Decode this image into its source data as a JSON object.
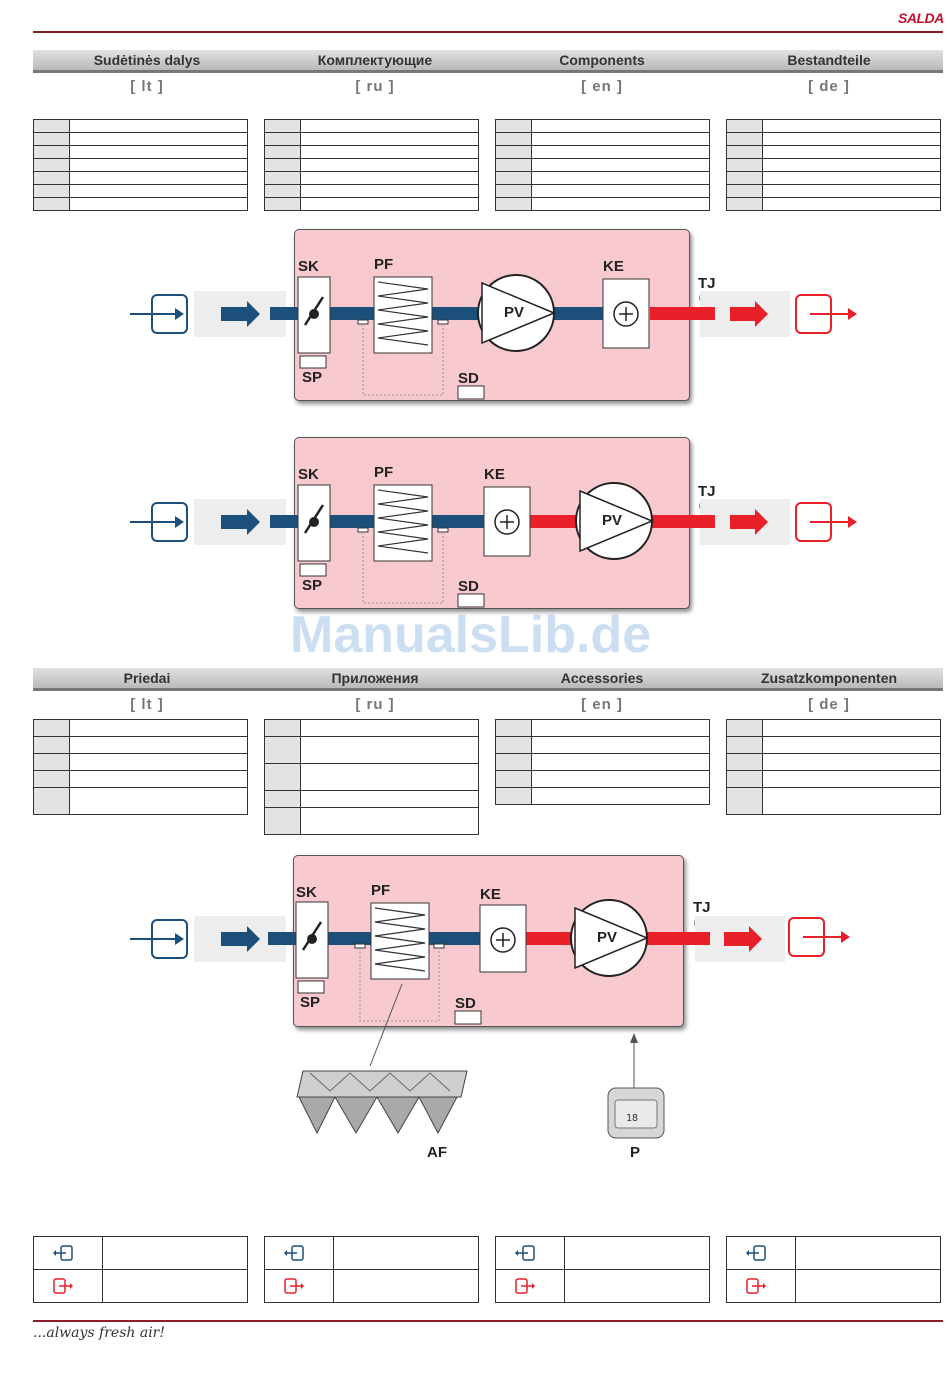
{
  "brand": "SALDA",
  "slogan": "...always fresh air!",
  "watermark": "ManualsLib.de",
  "components_header": {
    "columns": [
      {
        "title": "Sudėtinės dalys",
        "lang": "[ lt ]"
      },
      {
        "title": "Комплектующие",
        "lang": "[ ru ]"
      },
      {
        "title": "Components",
        "lang": "[ en ]"
      },
      {
        "title": "Bestandteile",
        "lang": "[ de ]"
      }
    ]
  },
  "accessories_header": {
    "columns": [
      {
        "title": "Priedai",
        "lang": "[ lt ]"
      },
      {
        "title": "Приложения",
        "lang": "[ ru ]"
      },
      {
        "title": "Accessories",
        "lang": "[ en ]"
      },
      {
        "title": "Zusatzkomponenten",
        "lang": "[ de ]"
      }
    ]
  },
  "diagram_labels": {
    "damper": "SK",
    "filter": "PF",
    "fan": "PV",
    "heater": "KE",
    "temp_sensor": "TJ",
    "actuator": "SP",
    "pressure_switch": "SD",
    "air_filter": "AF",
    "panel": "P"
  },
  "colors": {
    "supply_blue": "#1c4f7a",
    "exhaust_red": "#e8202a",
    "unit_fill": "#f8c9cf",
    "accent": "#c8102e"
  },
  "icons": [
    "air-in-icon",
    "air-out-icon",
    "arrow-right-icon",
    "plus-circle-icon",
    "fan-triangle-icon",
    "controller-panel-icon"
  ]
}
